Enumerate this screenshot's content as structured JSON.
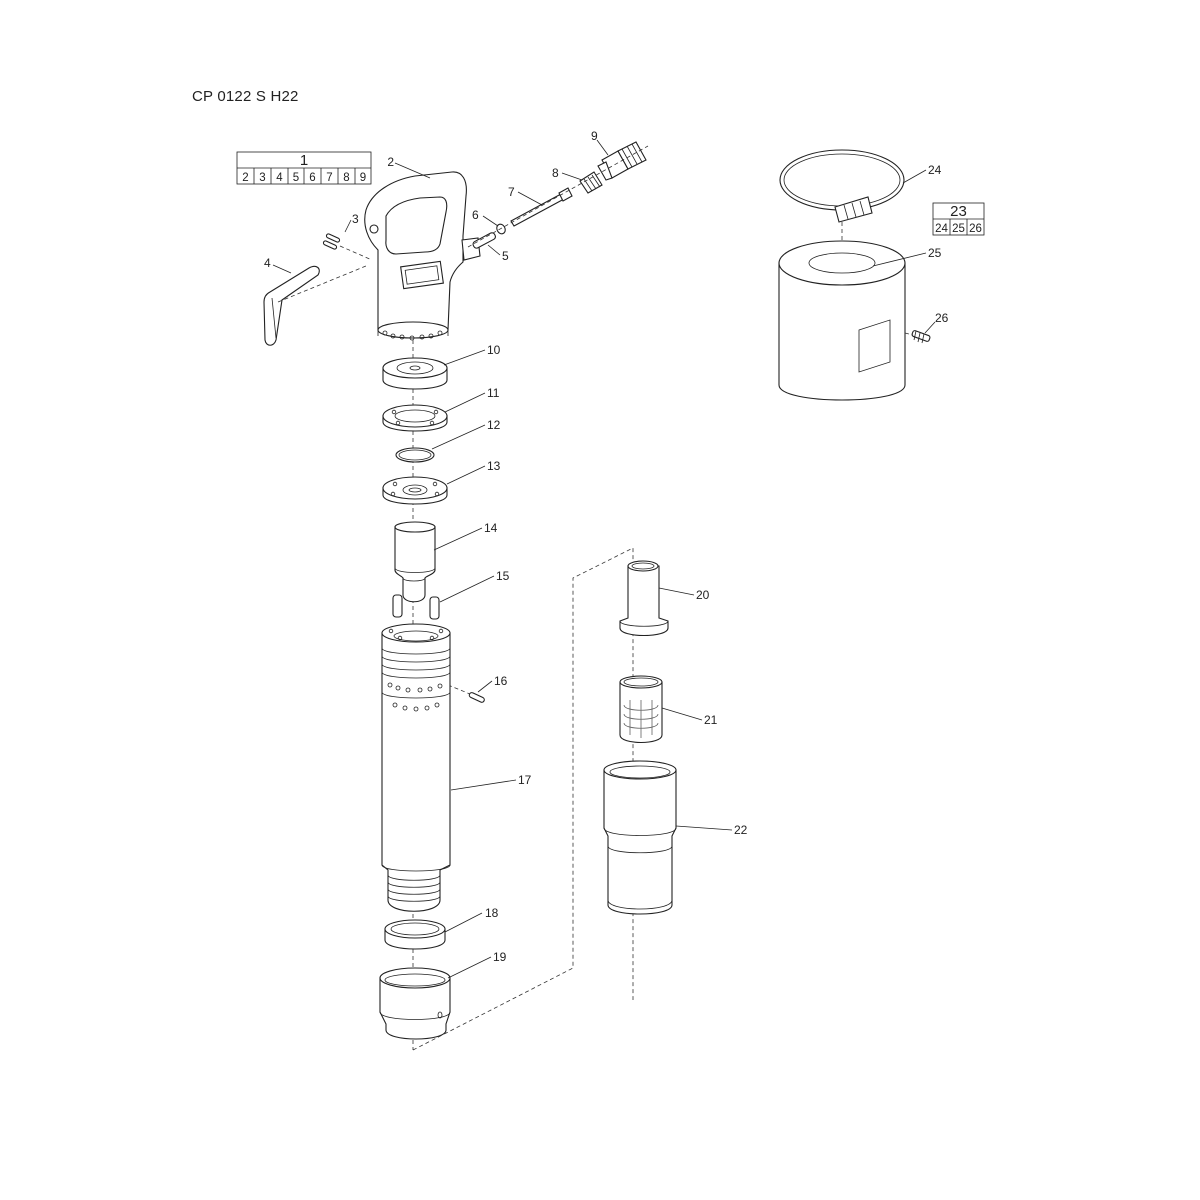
{
  "title": "CP 0122 S H22",
  "kits": [
    {
      "label": "1",
      "members": [
        "2",
        "3",
        "4",
        "5",
        "6",
        "7",
        "8",
        "9"
      ]
    },
    {
      "label": "23",
      "members": [
        "24",
        "25",
        "26"
      ]
    }
  ],
  "callouts": [
    "2",
    "3",
    "4",
    "5",
    "6",
    "7",
    "8",
    "9",
    "10",
    "11",
    "12",
    "13",
    "14",
    "15",
    "16",
    "17",
    "18",
    "19",
    "20",
    "21",
    "22",
    "24",
    "25",
    "26"
  ]
}
